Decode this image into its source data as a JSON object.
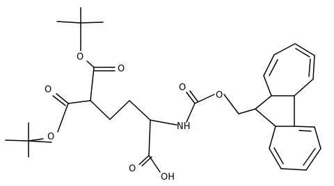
{
  "diagram": {
    "type": "chemical-structure",
    "line_color": "#000000",
    "background": "#ffffff",
    "labels": {
      "oxygen": "O",
      "nh": "NH",
      "oh": "OH"
    }
  }
}
